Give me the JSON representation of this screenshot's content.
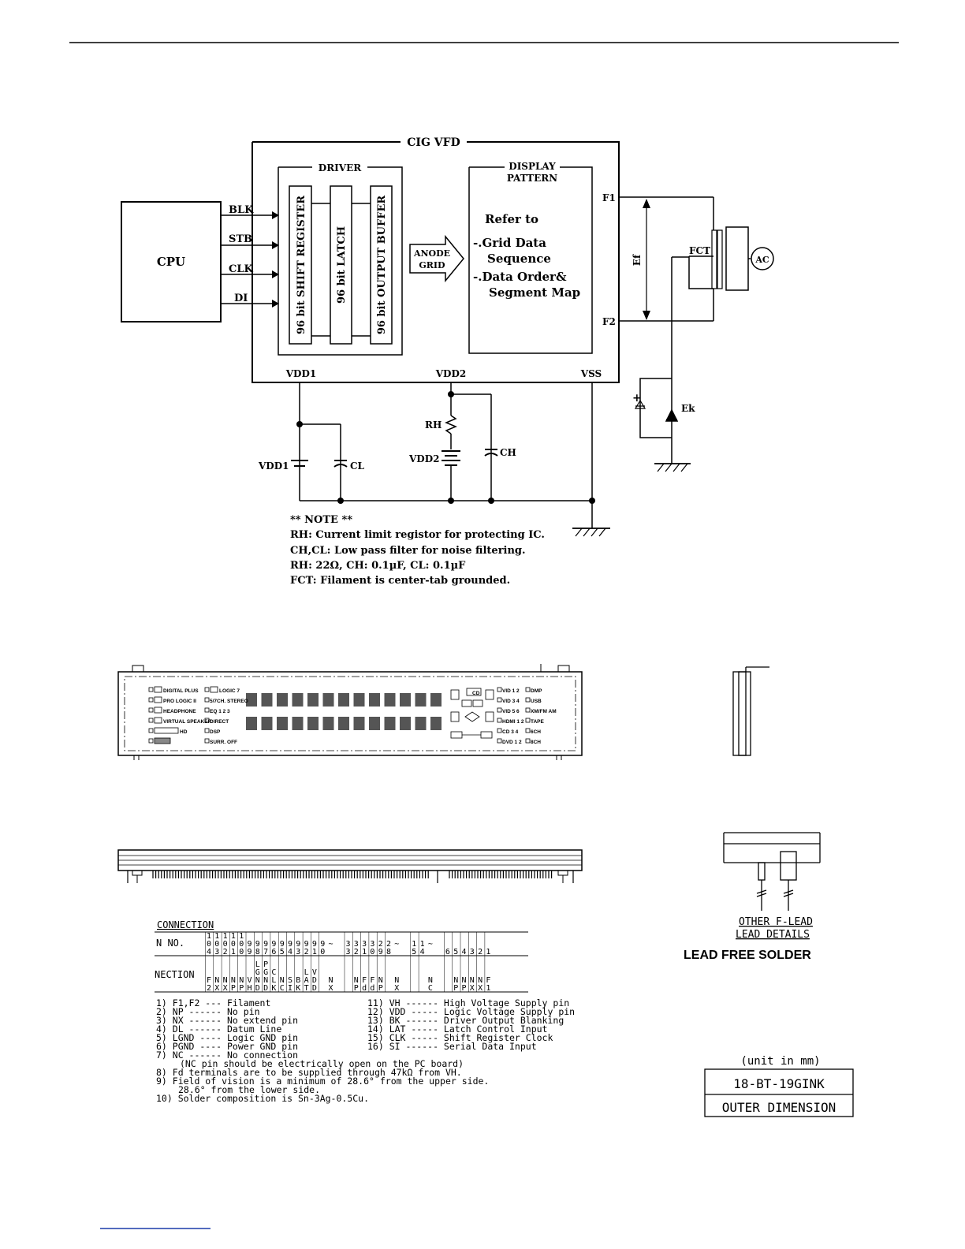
{
  "block_diagram": {
    "module_title": "CIG VFD",
    "cpu_label": "CPU",
    "signals": [
      "BLK",
      "STB",
      "CLK",
      "DI"
    ],
    "driver_title": "DRIVER",
    "driver_blocks": [
      "96 bit SHIFT REGISTER",
      "96 bit LATCH",
      "96 bit OUTPUT BUFFER"
    ],
    "arrow_label": [
      "ANODE",
      "GRID"
    ],
    "display_title": [
      "DISPLAY",
      "PATTERN"
    ],
    "display_text": [
      "Refer to",
      "-.Grid Data",
      "Sequence",
      "-.Data Order&",
      "Segment Map"
    ],
    "pins": {
      "vdd1": "VDD1",
      "vdd2": "VDD2",
      "vss": "VSS",
      "f1": "F1",
      "f2": "F2"
    },
    "ef_label": "Ef",
    "fct_label": "FCT",
    "ac_label": "AC",
    "ek_label": "Ek",
    "plus_label": "+",
    "components": {
      "vdd1": "VDD1",
      "cl": "CL",
      "rh": "RH",
      "vdd2": "VDD2",
      "ch": "CH"
    },
    "notes": [
      "** NOTE **",
      "RH: Current limit registor for protecting IC.",
      "CH,CL: Low pass filter for noise filtering.",
      "RH: 22Ω, CH: 0.1µF, CL: 0.1µF",
      "FCT: Filament is center-tab grounded."
    ]
  },
  "front_view": {
    "left_labels": [
      "DIGITAL PLUS",
      "PRO LOGIC II",
      "HEADPHONE",
      "VIRTUAL SPEAKER",
      "HD",
      ""
    ],
    "mid_labels": [
      "LOGIC 7",
      "5/7CH. STEREO",
      "EQ 1 2 3",
      "DIRECT",
      "DSP",
      "SURR. OFF"
    ],
    "right_labels_a": [
      "VID 1 2",
      "VID 3 4",
      "VID 5 6",
      "HDMI 1 2",
      "CD 3 4",
      "DVD 1 2"
    ],
    "right_labels_b": [
      "DMP",
      "USB",
      "XM/FM AM",
      "TAPE",
      "6CH",
      "8CH"
    ],
    "cd_text": "CD"
  },
  "connection": {
    "title": "CONNECTION",
    "pin_row_label": "N NO.",
    "conn_row_label": "NECTION",
    "pin_numbers": [
      "104",
      "103",
      "102",
      "101",
      "100",
      "99",
      "98",
      "97",
      "96",
      "95",
      "94",
      "93",
      "92",
      "91",
      "90",
      "~",
      "33",
      "32",
      "31",
      "30",
      "29",
      "28",
      "~",
      "15",
      "14",
      "~",
      "6",
      "5",
      "4",
      "3",
      "2",
      "1"
    ],
    "pin_functions": [
      "F2",
      "NX",
      "NX",
      "NP",
      "NP",
      "VH",
      "LGND",
      "PGND",
      "CLK",
      "NC",
      "SI",
      "BK",
      "LAT",
      "VDD",
      "",
      "NX",
      "",
      "NP",
      "Fd",
      "Fd",
      "NP",
      "",
      "NX",
      "",
      "",
      "NC",
      "",
      "NP",
      "NP",
      "NX",
      "NX",
      "F1"
    ],
    "legend_left": [
      "1) F1,F2 --- Filament",
      "2) NP ------ No pin",
      "3) NX ------ No extend pin",
      "4) DL ------ Datum Line",
      "5) LGND ---- Logic GND pin",
      "6) PGND ---- Power GND pin",
      "7) NC ------ No connection"
    ],
    "legend_right": [
      "11) VH ------ High Voltage Supply pin",
      "12) VDD ----- Logic Voltage Supply pin",
      "13) BK ------ Driver Output Blanking",
      "14) LAT ----- Latch Control Input",
      "15) CLK ----- Shift Register Clock",
      "16) SI ------ Serial Data Input"
    ],
    "notes": [
      "(NC pin should be electrically open on the PC board)",
      "8) Fd terminals are to be supplied through 47kΩ from VH.",
      "9) Field of vision is a minimum of 28.6° from the upper side.",
      "28.6° from the lower side.",
      "10) Solder composition is Sn-3Ag-0.5Cu."
    ]
  },
  "lead_details": {
    "line1": "OTHER F-LEAD",
    "line2": "LEAD DETAILS",
    "lead_free": "LEAD FREE SOLDER"
  },
  "title_block": {
    "unit": "(unit in mm)",
    "part_number": "18-BT-19GINK",
    "drawing_title": "OUTER DIMENSION"
  }
}
